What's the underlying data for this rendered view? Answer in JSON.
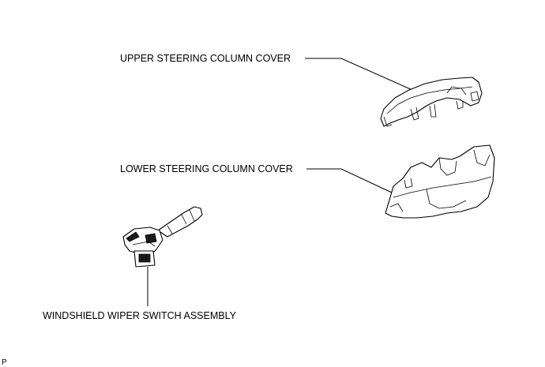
{
  "labels": {
    "upper_cover": "UPPER STEERING COLUMN COVER",
    "lower_cover": "LOWER STEERING COLUMN COVER",
    "wiper_switch": "WINDSHIELD WIPER SWITCH ASSEMBLY"
  },
  "figure_code": "P"
}
